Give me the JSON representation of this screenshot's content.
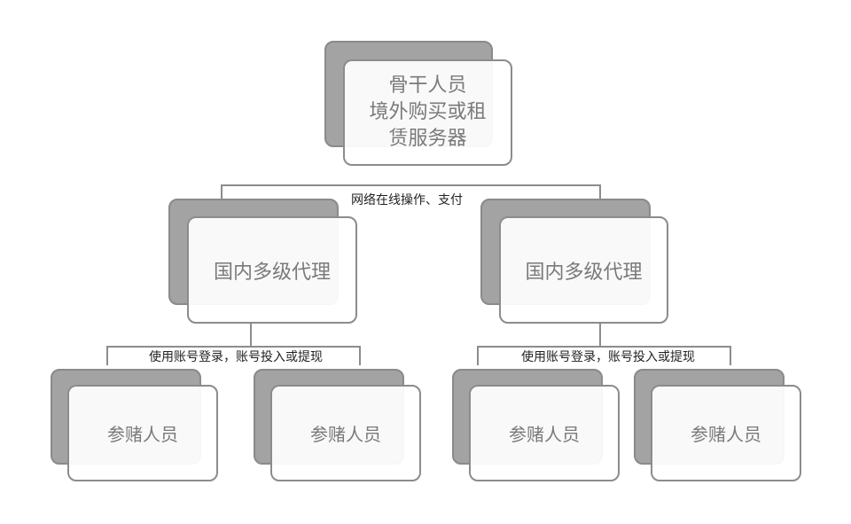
{
  "root": {
    "lines": [
      "骨干人员",
      "境外购买或租",
      "赁服务器"
    ]
  },
  "edge_root_to_agents": "网络在线操作、支付",
  "agents": [
    {
      "label": "国内多级代理"
    },
    {
      "label": "国内多级代理"
    }
  ],
  "edge_agent_to_players": [
    "使用账号登录，账号投入或提现",
    "使用账号登录，账号投入或提现"
  ],
  "players": [
    {
      "label": "参赌人员"
    },
    {
      "label": "参赌人员"
    },
    {
      "label": "参赌人员"
    },
    {
      "label": "参赌人员"
    }
  ]
}
